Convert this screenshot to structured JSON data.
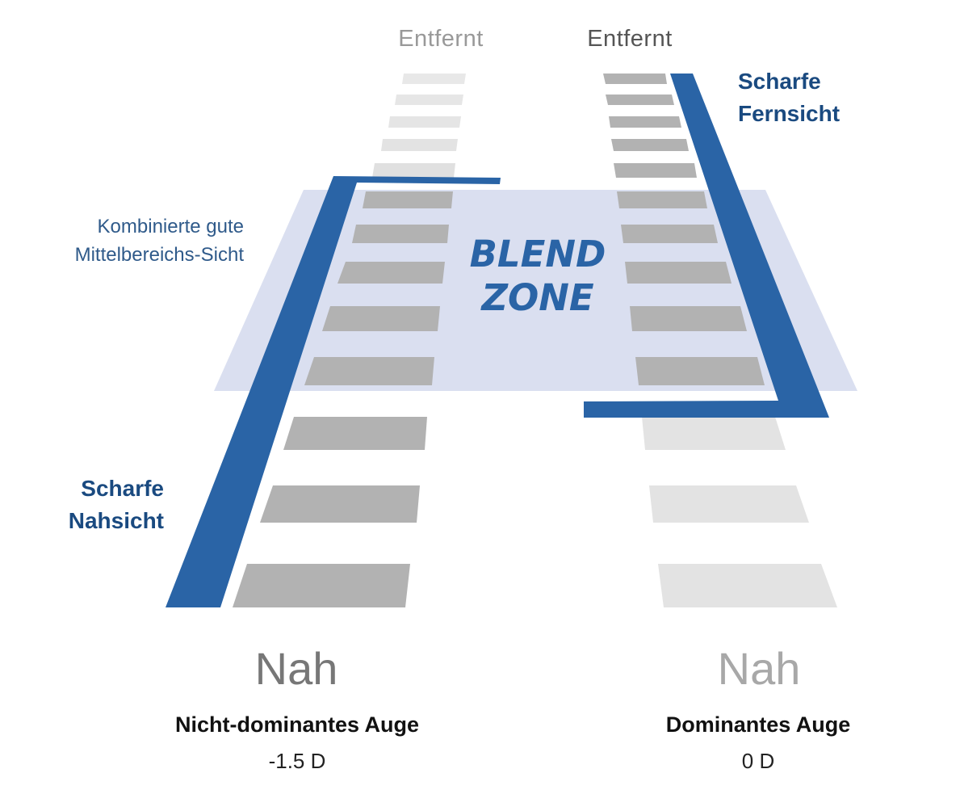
{
  "left_eye": {
    "far_label": "Entfernt",
    "near_label": "Nah",
    "eye_label": "Nicht-dominantes Auge",
    "diopter": "-1.5 D",
    "sharp_label_line1": "Scharfe",
    "sharp_label_line2": "Nahsicht"
  },
  "right_eye": {
    "far_label": "Entfernt",
    "near_label": "Nah",
    "eye_label": "Dominantes Auge",
    "diopter": "0 D",
    "sharp_label_line1": "Scharfe",
    "sharp_label_line2": "Fernsicht"
  },
  "blend_zone": {
    "line1": "BLEND",
    "line2": "ZONE",
    "side_label_line1": "Kombinierte gute",
    "side_label_line2": "Mittelbereichs-Sicht"
  },
  "colors": {
    "accent_blue": "#2a64a6",
    "dark_blue": "#1a4a80",
    "blend_fill": "#d8ddef",
    "bar_dark": "#b2b2b2",
    "bar_light": "#e3e3e3",
    "text_dark": "#111111",
    "text_gray": "#777777",
    "text_light_gray": "#999999"
  }
}
